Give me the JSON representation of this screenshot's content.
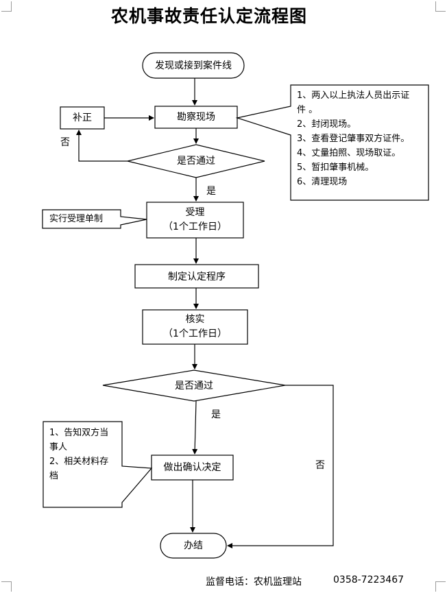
{
  "title": "农机事故责任认定流程图",
  "nodes": {
    "start": "发现或接到案件线",
    "survey": "勘察现场",
    "supplement": "补正",
    "check1": "是否通过",
    "accept": "受理",
    "accept_time": "（1个工作日）",
    "procedure": "制定认定程序",
    "verify": "核实",
    "verify_time": "（1个工作日）",
    "check2": "是否通过",
    "decision": "做出确认决定",
    "end": "办结"
  },
  "labels": {
    "yes1": "是",
    "no1": "否",
    "yes2": "是",
    "no2": "否"
  },
  "notes": {
    "survey_steps": [
      "1、两入以上执法人员出示证",
      "件 。",
      "2、封闭现场。",
      "3、查看登记肇事双方证件。",
      "4、丈量拍照、现场取证。",
      "5、暂扣肇事机械。",
      "6、清理现场"
    ],
    "accept_note": "实行受理单制",
    "decision_note": [
      "1、告知双方当",
      "事人",
      "2、相关材料存",
      "档"
    ]
  },
  "footer": {
    "label": "监督电话：农机监理站",
    "phone": "0358-7223467"
  }
}
